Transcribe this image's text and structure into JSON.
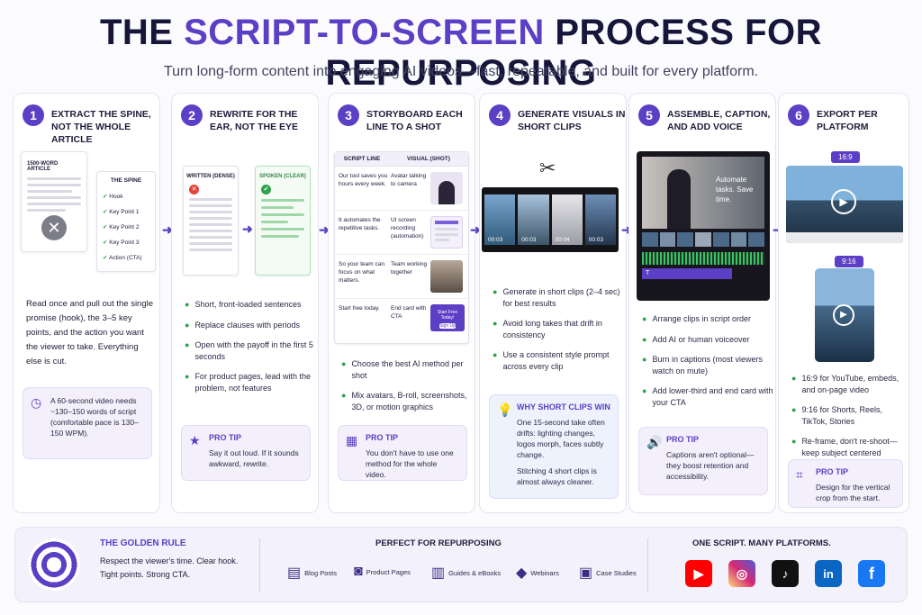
{
  "title": {
    "part1": "THE ",
    "highlight": "SCRIPT-TO-SCREEN",
    "part2": " PROCESS FOR REPURPOSING"
  },
  "subtitle": "Turn long-form content into engaging AI videos—fast, repeatable, and built for every platform.",
  "steps": [
    {
      "num": "1",
      "heading": "EXTRACT THE SPINE, NOT THE WHOLE ARTICLE",
      "doc_label": "1500-WORD ARTICLE",
      "spine_title": "THE SPINE",
      "spine_items": [
        "Hook",
        "Key Point 1",
        "Key Point 2",
        "Key Point 3",
        "Action (CTA)"
      ],
      "body": "Read once and pull out the single promise (hook), the 3–5 key points, and the action you want the viewer to take. Everything else is cut.",
      "note": "A 60-second video needs ~130–150 words of script (comfortable pace is 130–150 WPM)."
    },
    {
      "num": "2",
      "heading": "REWRITE FOR THE EAR, NOT THE EYE",
      "written_label": "WRITTEN (DENSE)",
      "spoken_label": "SPOKEN (CLEAR)",
      "bullets": [
        "Short, front-loaded sentences",
        "Replace clauses with periods",
        "Open with the payoff in the first 5 seconds",
        "For product pages, lead with the problem, not features"
      ],
      "tip_title": "PRO TIP",
      "tip_text": "Say it out loud. If it sounds awkward, rewrite."
    },
    {
      "num": "3",
      "heading": "STORYBOARD EACH LINE TO A SHOT",
      "col_script": "SCRIPT LINE",
      "col_visual": "VISUAL (SHOT)",
      "rows": [
        {
          "script": "Our tool saves you hours every week.",
          "visual": "Avatar talking to camera"
        },
        {
          "script": "It automates the repetitive tasks.",
          "visual": "UI screen recording (automation)"
        },
        {
          "script": "So your team can focus on what matters.",
          "visual": "Team working together"
        },
        {
          "script": "Start free today.",
          "visual": "End card with CTA"
        }
      ],
      "endcard_text": "Start Free Today!",
      "endcard_btn": "Sign Up",
      "bullets": [
        "Choose the best AI method per shot",
        "Mix avatars, B-roll, screenshots, 3D, or motion graphics"
      ],
      "tip_title": "PRO TIP",
      "tip_text": "You don't have to use one method for the whole video."
    },
    {
      "num": "4",
      "heading": "GENERATE VISUALS IN SHORT CLIPS",
      "clip_times": [
        "00:03",
        "00:03",
        "00:04",
        "00:03"
      ],
      "bullets": [
        "Generate in short clips (2–4 sec) for best results",
        "Avoid long takes that drift in consistency",
        "Use a consistent style prompt across every clip"
      ],
      "why_title": "WHY SHORT CLIPS WIN",
      "why_text1": "One 15-second take often drifts: lighting changes, logos morph, faces subtly change.",
      "why_text2": "Stitching 4 short clips is almost always cleaner."
    },
    {
      "num": "5",
      "heading": "ASSEMBLE, CAPTION, AND ADD VOICE",
      "video_caption": "Automate tasks. Save time.",
      "track_label": "T",
      "bullets": [
        "Arrange clips in script order",
        "Add AI or human voiceover",
        "Burn in captions (most viewers watch on mute)",
        "Add lower-third and end card with your CTA"
      ],
      "tip_title": "PRO TIP",
      "tip_text": "Captions aren't optional—they boost retention and accessibility."
    },
    {
      "num": "6",
      "heading": "EXPORT PER PLATFORM",
      "ratio1": "16:9",
      "ratio2": "9:16",
      "bullets": [
        "16:9 for YouTube, embeds, and on-page video",
        "9:16 for Shorts, Reels, TikTok, Stories",
        "Re-frame, don't re-shoot—keep subject centered"
      ],
      "tip_title": "PRO TIP",
      "tip_text": "Design for the vertical crop from the start."
    }
  ],
  "bottom": {
    "rule_title": "THE GOLDEN RULE",
    "rule_text": "Respect the viewer's time. Clear hook. Tight points. Strong CTA.",
    "use_title": "PERFECT FOR REPURPOSING",
    "uses": [
      "Blog Posts",
      "Product Pages",
      "Guides & eBooks",
      "Webinars",
      "Case Studies"
    ],
    "platforms_title": "ONE SCRIPT. MANY PLATFORMS.",
    "platforms": [
      {
        "name": "youtube-icon",
        "color": "#ff0000"
      },
      {
        "name": "instagram-icon",
        "color": "#d6249f"
      },
      {
        "name": "tiktok-icon",
        "color": "#111111"
      },
      {
        "name": "linkedin-icon",
        "color": "#0a66c2"
      },
      {
        "name": "facebook-icon",
        "color": "#1877f2"
      }
    ]
  }
}
